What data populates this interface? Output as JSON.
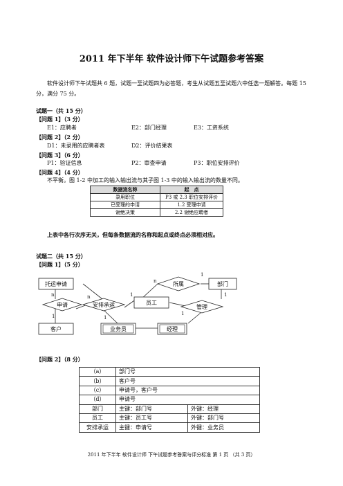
{
  "title": "2011 年下半年  软件设计师下午试题参考答案",
  "intro": "软件设计师下午试题共 6 题，试题一至试题四为必答题，考生从试题五至试题六中任选一题解答。每题 15 分，满分 75 分。",
  "q1": {
    "heading": "试题一（共 15 分）",
    "p1_label": "【问题 1】（3 分）",
    "p1_items": [
      "E1：应聘者",
      "E2：部门经理",
      "E3：工资系统"
    ],
    "p2_label": "【问题 2】（2 分）",
    "p2_items": [
      "D1：未录用的应聘者表",
      "D2：评价结果表"
    ],
    "p3_label": "【问题 3】（6 分）",
    "p3_items": [
      "P1：验证信息",
      "P2：审查申请",
      "P3：职位安排评价"
    ],
    "p4_label": "【问题 4】（4 分）",
    "p4_text": "不平衡。图 1-2 中加工的输入输出流与其子图 1-3 中的输入输出流的数量不同。",
    "table_headers": [
      "数据流名称",
      "起　点"
    ],
    "table_rows": [
      [
        "录用职位",
        "P3 或 2.3 职位安排评价"
      ],
      [
        "已受理的申请",
        "1.2 受理申请"
      ],
      [
        "谢绝决策",
        "2.2 谢绝应聘者"
      ]
    ],
    "note": "上表中各行次序无关，但每条数据流的名称和起点或终点必须相对应。"
  },
  "q2": {
    "heading": "试题二（共 15 分）",
    "p1_label": "【问题 1】（5 分）",
    "p2_label": "【问题 2】（8 分）",
    "er": {
      "entities": [
        "托运申请",
        "部门",
        "员工",
        "客户",
        "业务员",
        "经理"
      ],
      "relationships": [
        "所属",
        "申请",
        "安排承运",
        "管理"
      ],
      "cardinalities": [
        "1",
        "n",
        "1",
        "n",
        "n",
        "1",
        "1",
        "1",
        "1"
      ]
    },
    "table_rows": [
      [
        "（a）",
        "部门号",
        ""
      ],
      [
        "（b）",
        "客户号",
        ""
      ],
      [
        "（c）",
        "申请号，客户号",
        ""
      ],
      [
        "（d）",
        "申请号",
        ""
      ],
      [
        "部门",
        "主键：部门号",
        "外键：经理"
      ],
      [
        "员工",
        "主键：员工号",
        "外键：部门号"
      ],
      [
        "安排承运",
        "主键：申请号",
        "外键：业务员"
      ]
    ]
  },
  "footer": "2011 年下半年  软件设计师  下午试题参考答案与评分标准    第  1  页  （共  3  页）"
}
